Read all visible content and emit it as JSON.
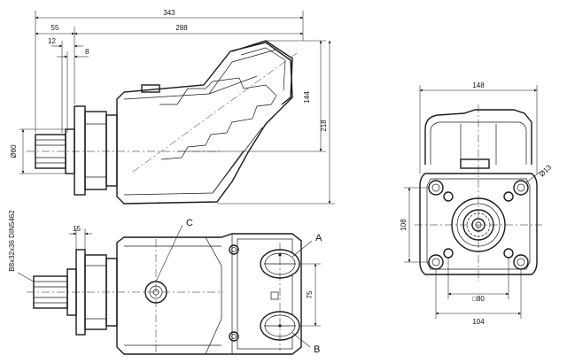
{
  "dimensions": {
    "overall_length": "343",
    "body_length": "288",
    "flange_offset": "55",
    "pilot_length": "12",
    "flange_thickness": "8",
    "head_height": "144",
    "total_height": "218",
    "shaft_diameter": "Ø80",
    "spline_spec": "B8x32x36 DIN5462",
    "spline_length": "15",
    "port_spacing": "75",
    "flange_width": "148",
    "bolt_height": "108",
    "hole_diameter": "Ø13",
    "bolt_square": "□80",
    "bolt_spacing": "104"
  },
  "callouts": {
    "port_a": "A",
    "port_b": "B",
    "port_c": "C"
  }
}
